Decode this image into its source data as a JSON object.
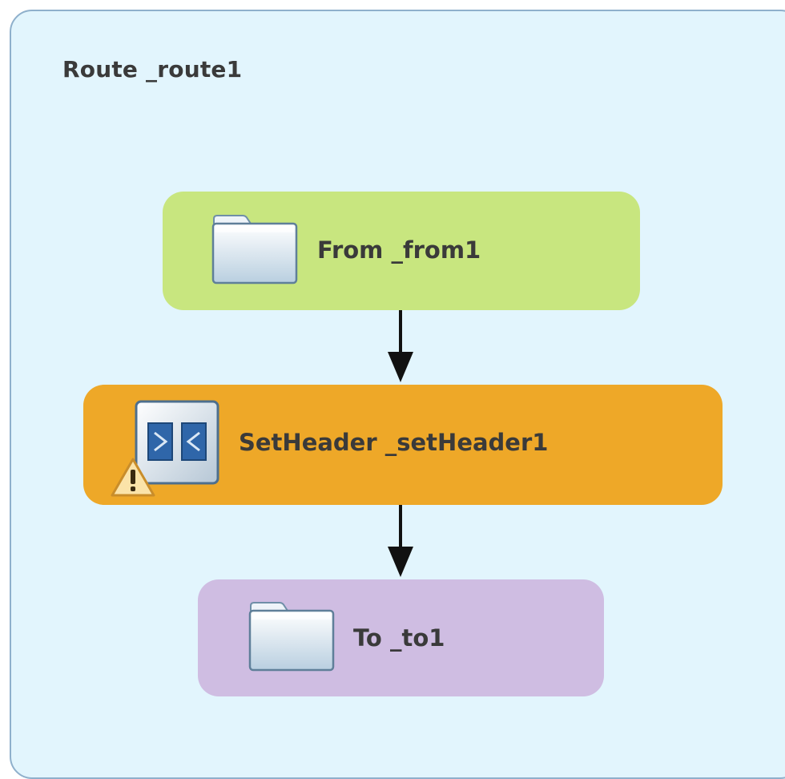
{
  "route": {
    "title": "Route _route1"
  },
  "nodes": [
    {
      "label": "From _from1",
      "icon": "folder-icon",
      "color": "#c8e67f"
    },
    {
      "label": "SetHeader _setHeader1",
      "icon": "set-header-icon",
      "color": "#eea828",
      "warning": "warning-icon"
    },
    {
      "label": "To _to1",
      "icon": "folder-icon",
      "color": "#cfbde2"
    }
  ],
  "connectors": [
    {
      "from": "From _from1",
      "to": "SetHeader _setHeader1"
    },
    {
      "from": "SetHeader _setHeader1",
      "to": "To _to1"
    }
  ],
  "colors": {
    "canvas": "#e2f5fd",
    "canvas_border": "#8fb0cc",
    "text": "#3a3a3a",
    "arrow": "#111111"
  }
}
